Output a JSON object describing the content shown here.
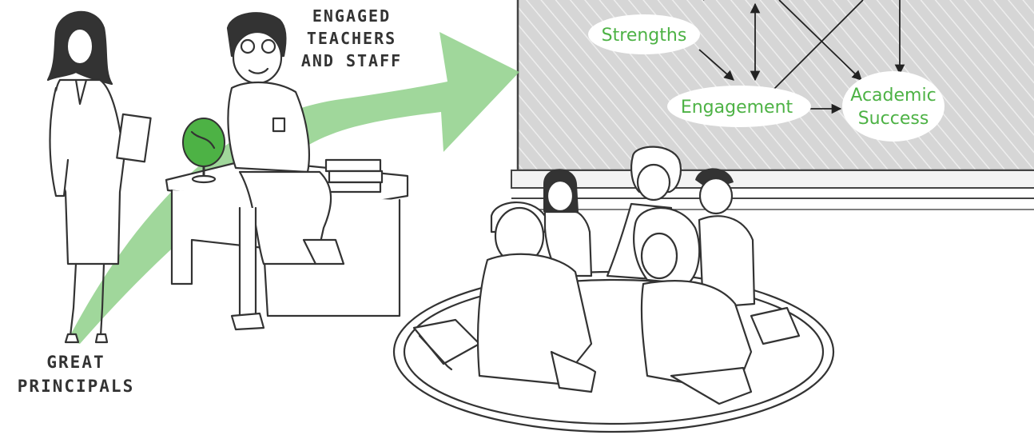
{
  "labels": {
    "great_principals_line1": "GREAT",
    "great_principals_line2": "PRINCIPALS",
    "engaged_line1": "ENGAGED",
    "engaged_line2": "TEACHERS",
    "engaged_line3": "AND STAFF"
  },
  "board": {
    "nodes": {
      "strengths": "Strengths",
      "engagement": "Engagement",
      "academic_line1": "Academic",
      "academic_line2": "Success"
    }
  },
  "colors": {
    "accent_green": "#4db245",
    "arrow_green": "#8fd08a",
    "board_gray": "#d9d9d9",
    "ink": "#333333"
  }
}
